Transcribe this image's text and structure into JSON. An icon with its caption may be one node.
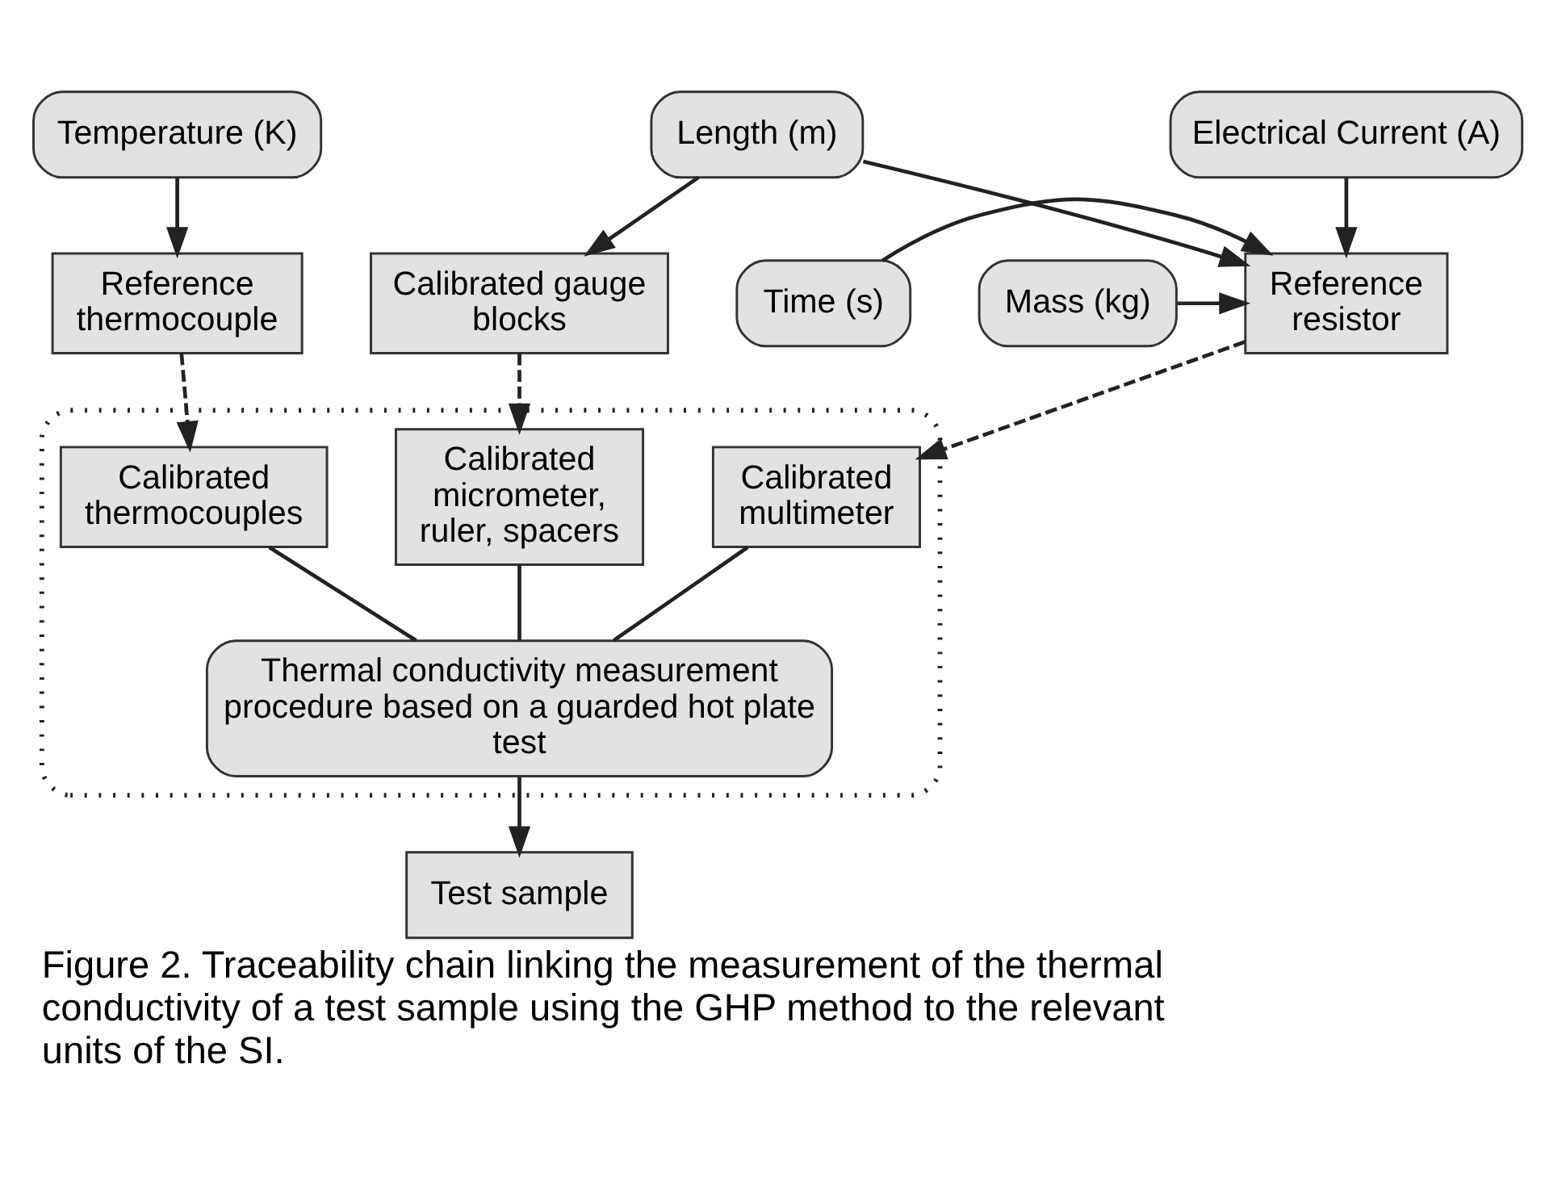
{
  "diagram": {
    "caption": "Figure 2. Traceability chain linking the measurement of the thermal conductivity of a test sample using the GHP method to the relevant units of the SI.",
    "nodes": [
      {
        "text": [
          "Temperature (K)"
        ]
      },
      {
        "text": [
          "Length (m)"
        ]
      },
      {
        "text": [
          "Electrical Current (A)"
        ]
      },
      {
        "text": [
          "Time (s)"
        ]
      },
      {
        "text": [
          "Reference thermocouple"
        ]
      },
      {
        "text": [
          "Calibrated gauge blocks"
        ]
      },
      {
        "text": [
          "Reference resistor"
        ]
      },
      {
        "text": [
          "Mass (kg)"
        ]
      },
      {
        "text": [],
        "shape": "box"
      },
      {
        "text": [
          "Calibrated thermocouples"
        ],
        "in": 8
      },
      {
        "text": [
          "Calibrated micrometer, ruler, spacers"
        ],
        "in": 8
      },
      {
        "text": [
          "Calibrated multimeter"
        ],
        "in": 8
      },
      {
        "text": [
          "Thermal conductivity measurement procedure based on a guarded hot plate test"
        ],
        "in": 8
      },
      {
        "text": [
          "Test sample"
        ]
      }
    ],
    "edges": [
      {
        "from": 0,
        "to": 4,
        "arrow": "to"
      },
      {
        "from": 1,
        "to": 5,
        "arrow": "to"
      },
      {
        "from": 1,
        "to": 6,
        "arrow": "to"
      },
      {
        "from": 2,
        "to": 6,
        "arrow": "to"
      },
      {
        "from": 3,
        "to": 6,
        "arrow": "to"
      },
      {
        "from": 7,
        "to": 6,
        "arrow": "to"
      },
      {
        "from": 4,
        "to": 9,
        "arrow": "to",
        "style": "dashed"
      },
      {
        "from": 5,
        "to": 10,
        "arrow": "to",
        "style": "dashed"
      },
      {
        "from": 6,
        "to": 11,
        "arrow": "to",
        "style": "dashed"
      },
      {
        "from": 9,
        "to": 12,
        "arrow": "none"
      },
      {
        "from": 10,
        "to": 12,
        "arrow": "none"
      },
      {
        "from": 11,
        "to": 12,
        "arrow": "none"
      },
      {
        "from": 12,
        "to": 13,
        "arrow": "to"
      }
    ]
  }
}
